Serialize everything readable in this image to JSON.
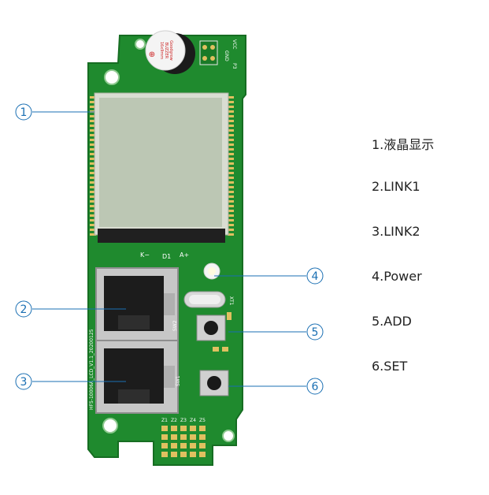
{
  "callouts": [
    {
      "num": "1",
      "marker": "①",
      "label": "1.液晶显示"
    },
    {
      "num": "2",
      "marker": "②",
      "label": "2.LINK1"
    },
    {
      "num": "3",
      "marker": "③",
      "label": "3.LINK2"
    },
    {
      "num": "4",
      "marker": "④",
      "label": "4.Power"
    },
    {
      "num": "5",
      "marker": "⑤",
      "label": "5.ADD"
    },
    {
      "num": "6",
      "marker": "⑥",
      "label": "6.SET"
    }
  ],
  "board": {
    "silkscreen_model": "HF5-10006A_LCD_V1.1_20200125",
    "buzzer_text": "Goodgrow\nBUZZER\n16x9mm",
    "led_labels": [
      "K−",
      "D1",
      "A+"
    ],
    "crystal_label": "XT1",
    "switch_labels": [
      "SW2",
      "SW1"
    ],
    "header_labels": [
      "GND",
      "VCC",
      "P3"
    ],
    "pad_labels": [
      "Z1",
      "Z2",
      "Z3",
      "Z4",
      "Z5"
    ]
  },
  "colors": {
    "board_green": "#1f8a2e",
    "board_green_dark": "#166d22",
    "lcd_glass": "#bcc7b4",
    "callout_blue": "#1a6fb3",
    "rj45_metal": "#c7c7c7"
  }
}
